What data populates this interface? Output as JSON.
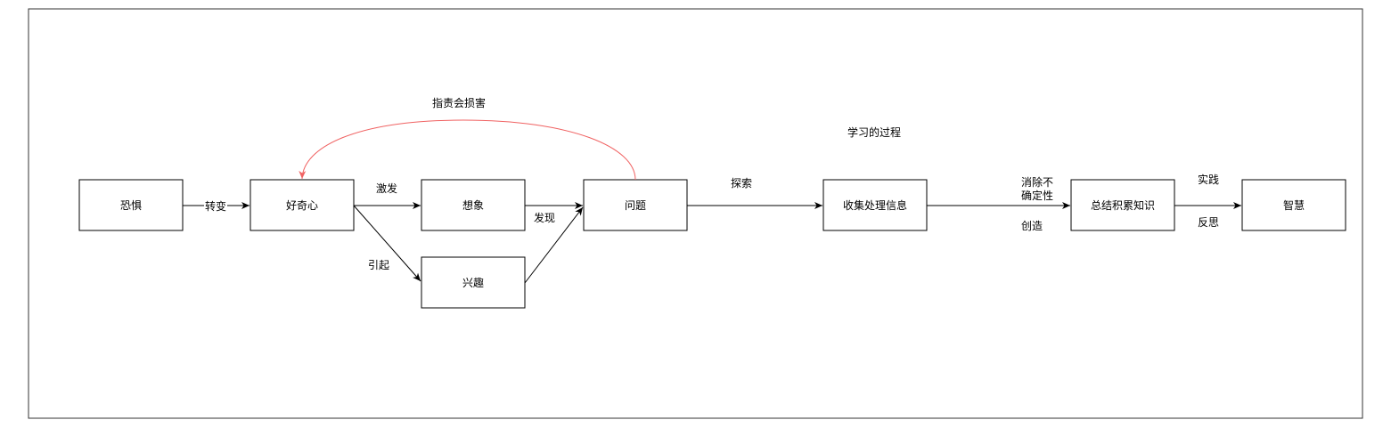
{
  "diagram": {
    "title": "学习的过程",
    "nodes": {
      "fear": "恐惧",
      "curiosity": "好奇心",
      "imagination": "想象",
      "interest": "兴趣",
      "question": "问题",
      "collect": "收集处理信息",
      "summarize": "总结积累知识",
      "wisdom": "智慧"
    },
    "edges": {
      "fear_to_curiosity": "转变",
      "curiosity_to_imagination": "激发",
      "curiosity_to_interest": "引起",
      "to_question": "发现",
      "question_to_collect": "探索",
      "collect_to_summarize_line1": "消除不",
      "collect_to_summarize_line2": "确定性",
      "collect_to_summarize_below": "创造",
      "summarize_to_wisdom_above": "实践",
      "summarize_to_wisdom_below": "反思",
      "feedback_question_to_curiosity": "指责会损害"
    },
    "colors": {
      "feedback_edge": "#f06262"
    }
  }
}
